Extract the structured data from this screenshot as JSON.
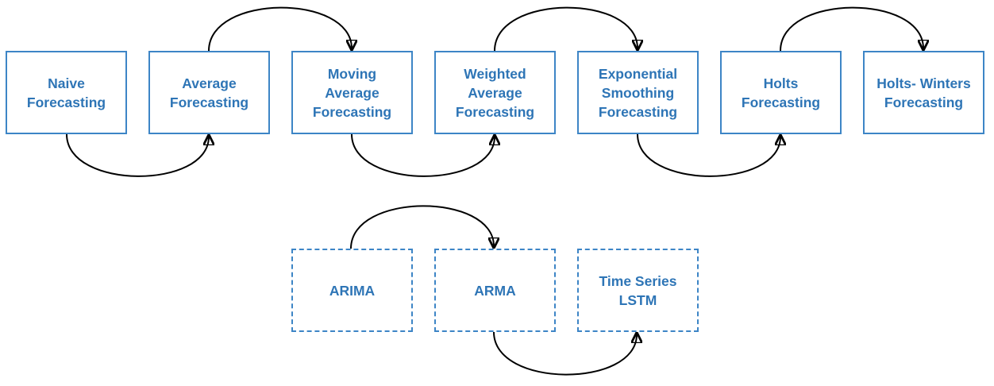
{
  "diagram": {
    "colors": {
      "box_border": "#3d85c6",
      "box_text": "#2e75b6",
      "arrow": "#000000",
      "background": "#ffffff"
    },
    "solid_nodes": [
      {
        "label": "Naive\nForecasting"
      },
      {
        "label": "Average\nForecasting"
      },
      {
        "label": "Moving\nAverage\nForecasting"
      },
      {
        "label": "Weighted\nAverage\nForecasting"
      },
      {
        "label": "Exponential\nSmoothing\nForecasting"
      },
      {
        "label": "Holts\nForecasting"
      },
      {
        "label": "Holts- Winters\nForecasting"
      }
    ],
    "dashed_nodes": [
      {
        "label": "ARIMA"
      },
      {
        "label": "ARMA"
      },
      {
        "label": "Time Series\nLSTM"
      }
    ],
    "connections": [
      {
        "from": "Naive Forecasting",
        "to": "Average Forecasting",
        "route": "under"
      },
      {
        "from": "Average Forecasting",
        "to": "Moving Average Forecasting",
        "route": "over"
      },
      {
        "from": "Moving Average Forecasting",
        "to": "Weighted Average Forecasting",
        "route": "under"
      },
      {
        "from": "Weighted Average Forecasting",
        "to": "Exponential Smoothing Forecasting",
        "route": "over"
      },
      {
        "from": "Exponential Smoothing Forecasting",
        "to": "Holts Forecasting",
        "route": "under"
      },
      {
        "from": "Holts Forecasting",
        "to": "Holts- Winters Forecasting",
        "route": "over"
      },
      {
        "from": "ARIMA",
        "to": "ARMA",
        "route": "over"
      },
      {
        "from": "ARMA",
        "to": "Time Series LSTM",
        "route": "under"
      }
    ]
  }
}
